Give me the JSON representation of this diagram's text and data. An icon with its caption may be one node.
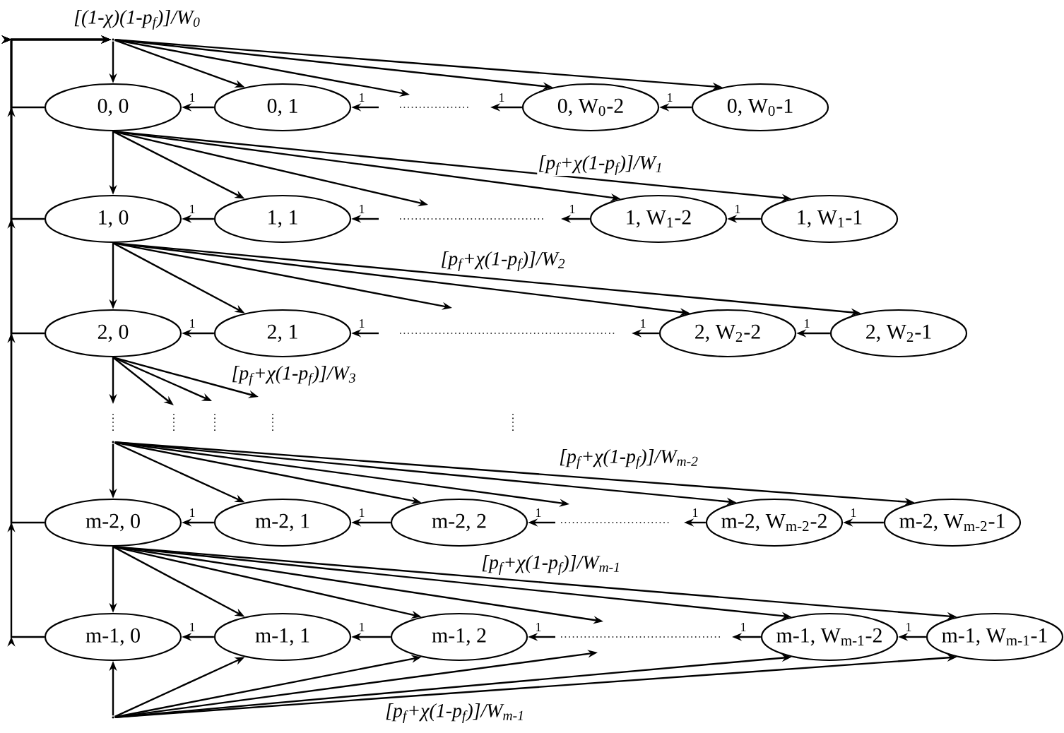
{
  "diagram": {
    "nodes": [
      {
        "text": [],
        "shape": "point"
      },
      {
        "text": [
          "0, 0"
        ]
      },
      {
        "text": [
          "0, 1"
        ]
      },
      {
        "text": [
          "0, W$_{0}$-2"
        ]
      },
      {
        "text": [
          "0, W$_{0}$-1"
        ]
      },
      {
        "text": [
          "1, 0"
        ]
      },
      {
        "text": [
          "1, 1"
        ]
      },
      {
        "text": [
          "1, W$_{1}$-2"
        ]
      },
      {
        "text": [
          "1, W$_{1}$-1"
        ]
      },
      {
        "text": [
          "2, 0"
        ]
      },
      {
        "text": [
          "2, 1"
        ]
      },
      {
        "text": [
          "2, W$_{2}$-2"
        ]
      },
      {
        "text": [
          "2, W$_{2}$-1"
        ]
      },
      {
        "text": [],
        "shape": "point"
      },
      {
        "text": [
          "m-2, 0"
        ]
      },
      {
        "text": [
          "m-2, 1"
        ]
      },
      {
        "text": [
          "m-2, 2"
        ]
      },
      {
        "text": [
          "m-2, W$_{m-2}$-2"
        ]
      },
      {
        "text": [
          "m-2, W$_{m-2}$-1"
        ]
      },
      {
        "text": [
          "m-1, 0"
        ]
      },
      {
        "text": [
          "m-1, 1"
        ]
      },
      {
        "text": [
          "m-1, 2"
        ]
      },
      {
        "text": [
          "m-1, W$_{m-1}$-2"
        ]
      },
      {
        "text": [
          "m-1, W$_{m-1}$-1"
        ]
      },
      {
        "text": [],
        "shape": "point"
      }
    ],
    "edges": [
      {
        "from": 0,
        "to": 1,
        "arrow": "to"
      },
      {
        "from": 0,
        "to": 2,
        "arrow": "to"
      },
      {
        "from": 0,
        "to": null,
        "arrow": "to"
      },
      {
        "from": 0,
        "to": 3,
        "arrow": "to"
      },
      {
        "from": 0,
        "to": 4,
        "arrow": "to",
        "label": "[(1-χ)(1-p$_{f}$)]/W$_{0}$"
      },
      {
        "from": 2,
        "to": 1,
        "arrow": "to",
        "label": "1"
      },
      {
        "from": null,
        "to": 2,
        "arrow": "to",
        "label": "1"
      },
      {
        "from": 3,
        "to": null,
        "arrow": "to",
        "label": "1"
      },
      {
        "from": 4,
        "to": 3,
        "arrow": "to",
        "label": "1"
      },
      {
        "from": 1,
        "to": 5,
        "arrow": "to"
      },
      {
        "from": 1,
        "to": 6,
        "arrow": "to"
      },
      {
        "from": 1,
        "to": null,
        "arrow": "to"
      },
      {
        "from": 1,
        "to": 7,
        "arrow": "to"
      },
      {
        "from": 1,
        "to": 8,
        "arrow": "to",
        "label": "[p$_{f}$+χ(1-p$_{f}$)]/W$_{1}$"
      },
      {
        "from": 6,
        "to": 5,
        "arrow": "to",
        "label": "1"
      },
      {
        "from": null,
        "to": 6,
        "arrow": "to",
        "label": "1"
      },
      {
        "from": 7,
        "to": null,
        "arrow": "to",
        "label": "1"
      },
      {
        "from": 8,
        "to": 7,
        "arrow": "to",
        "label": "1"
      },
      {
        "from": 5,
        "to": 9,
        "arrow": "to"
      },
      {
        "from": 5,
        "to": 10,
        "arrow": "to"
      },
      {
        "from": 5,
        "to": null,
        "arrow": "to"
      },
      {
        "from": 5,
        "to": 11,
        "arrow": "to"
      },
      {
        "from": 5,
        "to": 12,
        "arrow": "to",
        "label": "[p$_{f}$+χ(1-p$_{f}$)]/W$_{2}$"
      },
      {
        "from": 10,
        "to": 9,
        "arrow": "to",
        "label": "1"
      },
      {
        "from": null,
        "to": 10,
        "arrow": "to",
        "label": "1"
      },
      {
        "from": 11,
        "to": null,
        "arrow": "to",
        "label": "1"
      },
      {
        "from": 12,
        "to": 11,
        "arrow": "to",
        "label": "1"
      },
      {
        "from": 9,
        "to": null,
        "arrow": "to"
      },
      {
        "from": 9,
        "to": null,
        "arrow": "to"
      },
      {
        "from": 9,
        "to": null,
        "arrow": "to"
      },
      {
        "from": 9,
        "to": null,
        "arrow": "to",
        "label": "[p$_{f}$+χ(1-p$_{f}$)]/W$_{3}$"
      },
      {
        "from": 13,
        "to": 14,
        "arrow": "to"
      },
      {
        "from": 13,
        "to": 15,
        "arrow": "to"
      },
      {
        "from": 13,
        "to": 16,
        "arrow": "to"
      },
      {
        "from": 13,
        "to": null,
        "arrow": "to"
      },
      {
        "from": 13,
        "to": 17,
        "arrow": "to"
      },
      {
        "from": 13,
        "to": 18,
        "arrow": "to",
        "label": "[p$_{f}$+χ(1-p$_{f}$)]/W$_{m-2}$"
      },
      {
        "from": 15,
        "to": 14,
        "arrow": "to",
        "label": "1"
      },
      {
        "from": 16,
        "to": 15,
        "arrow": "to",
        "label": "1"
      },
      {
        "from": null,
        "to": 16,
        "arrow": "to",
        "label": "1"
      },
      {
        "from": 17,
        "to": null,
        "arrow": "to",
        "label": "1"
      },
      {
        "from": 18,
        "to": 17,
        "arrow": "to",
        "label": "1"
      },
      {
        "from": 14,
        "to": 19,
        "arrow": "to"
      },
      {
        "from": 14,
        "to": 20,
        "arrow": "to"
      },
      {
        "from": 14,
        "to": 21,
        "arrow": "to"
      },
      {
        "from": 14,
        "to": null,
        "arrow": "to"
      },
      {
        "from": 14,
        "to": 22,
        "arrow": "to"
      },
      {
        "from": 14,
        "to": 23,
        "arrow": "to",
        "label": "[p$_{f}$+χ(1-p$_{f}$)]/W$_{m-1}$"
      },
      {
        "from": 20,
        "to": 19,
        "arrow": "to",
        "label": "1"
      },
      {
        "from": 21,
        "to": 20,
        "arrow": "to",
        "label": "1"
      },
      {
        "from": null,
        "to": 21,
        "arrow": "to",
        "label": "1"
      },
      {
        "from": 22,
        "to": null,
        "arrow": "to",
        "label": "1"
      },
      {
        "from": 23,
        "to": 22,
        "arrow": "to",
        "label": "1"
      },
      {
        "from": 24,
        "to": 19,
        "arrow": "to"
      },
      {
        "from": 24,
        "to": 20,
        "arrow": "to"
      },
      {
        "from": 24,
        "to": 21,
        "arrow": "to"
      },
      {
        "from": 24,
        "to": null,
        "arrow": "to"
      },
      {
        "from": 24,
        "to": 22,
        "arrow": "to"
      },
      {
        "from": 24,
        "to": 23,
        "arrow": "to",
        "label": "[p$_{f}$+χ(1-p$_{f}$)]/W$_{m-1}$"
      },
      {
        "from": 1,
        "to": 0,
        "arrow": "to"
      },
      {
        "from": 5,
        "to": 0,
        "arrow": "to"
      },
      {
        "from": 9,
        "to": 0,
        "arrow": "to"
      },
      {
        "from": 14,
        "to": 0,
        "arrow": "to"
      },
      {
        "from": 19,
        "to": 0,
        "arrow": "to"
      }
    ]
  }
}
